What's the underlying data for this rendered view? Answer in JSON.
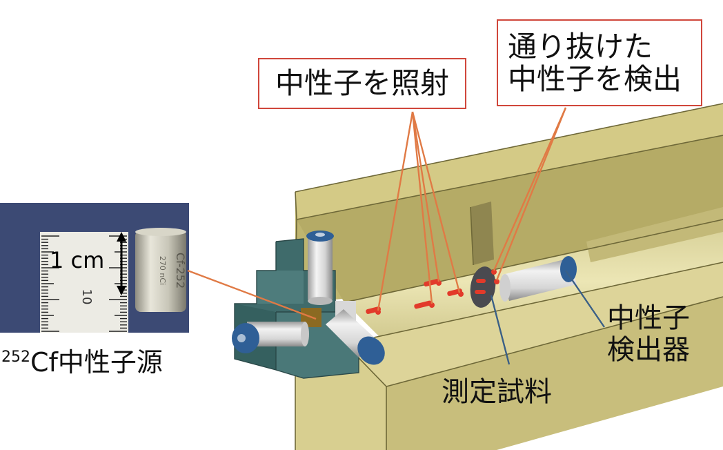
{
  "callouts": {
    "irradiate": "中性子を照射",
    "passed_line1": "通り抜けた",
    "passed_line2": "中性子を検出"
  },
  "photo": {
    "scale_label": "1 cm",
    "capsule_marking_1": "Cf-252",
    "capsule_marking_2": "270 nCi",
    "ruler_number": "10"
  },
  "labels": {
    "source_isotope": "252",
    "source_text": "Cf中性子源",
    "sample": "測定試料",
    "detector_line1": "中性子",
    "detector_line2": "検出器"
  },
  "colors": {
    "callout_border": "#d0463b",
    "leader_line": "#e07a45",
    "detector_leader": "#3a5f86",
    "shield": "#c9bf7a",
    "holder": "#3f6b6b",
    "detector_cap": "#2f5f96",
    "neutron_dot": "#e23a2a"
  }
}
